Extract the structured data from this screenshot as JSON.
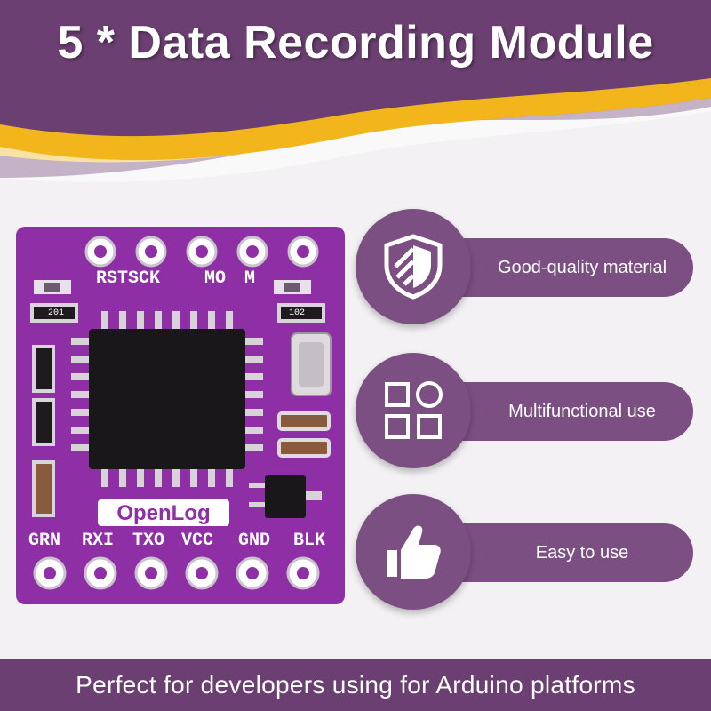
{
  "title": "5 * Data Recording Module",
  "board": {
    "top_pin_labels": [
      "RSTSCK",
      "MO",
      "M"
    ],
    "chip_marking": "OpenLog",
    "bottom_pin_labels": [
      "GRN",
      "RXI",
      "TXO",
      "VCC",
      "GND",
      "BLK"
    ],
    "led_resistors": [
      "201",
      "102"
    ]
  },
  "features": [
    {
      "label": "Good-quality material",
      "icon": "shield-icon"
    },
    {
      "label": "Multifunctional use",
      "icon": "grid-shapes-icon"
    },
    {
      "label": "Easy to use",
      "icon": "thumbs-up-icon"
    }
  ],
  "footer": "Perfect for developers using for Arduino platforms",
  "colors": {
    "purple": "#6b3f71",
    "accent_yellow": "#f2b51c",
    "pcb": "#8e2fa6"
  }
}
